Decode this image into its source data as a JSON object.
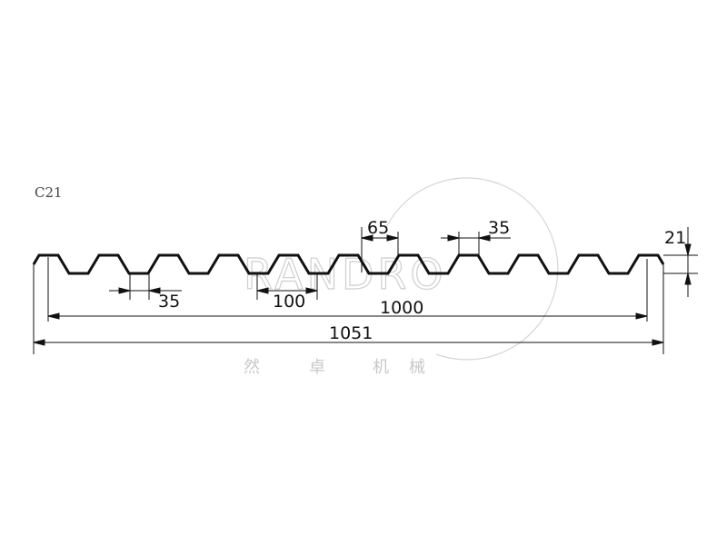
{
  "drawing": {
    "profile_name": "C21",
    "ribs": 11,
    "dimensions": {
      "rib_top_width": "35",
      "pitch_label": "65",
      "trough_width": "35",
      "pitch": "100",
      "effective_width": "1000",
      "total_width": "1051",
      "height": "21"
    },
    "watermark": {
      "brand": "RANDRO",
      "chinese": [
        "然",
        "卓",
        "机",
        "械"
      ]
    },
    "colors": {
      "line": "#111111",
      "watermark": "#cfcfcf"
    }
  }
}
